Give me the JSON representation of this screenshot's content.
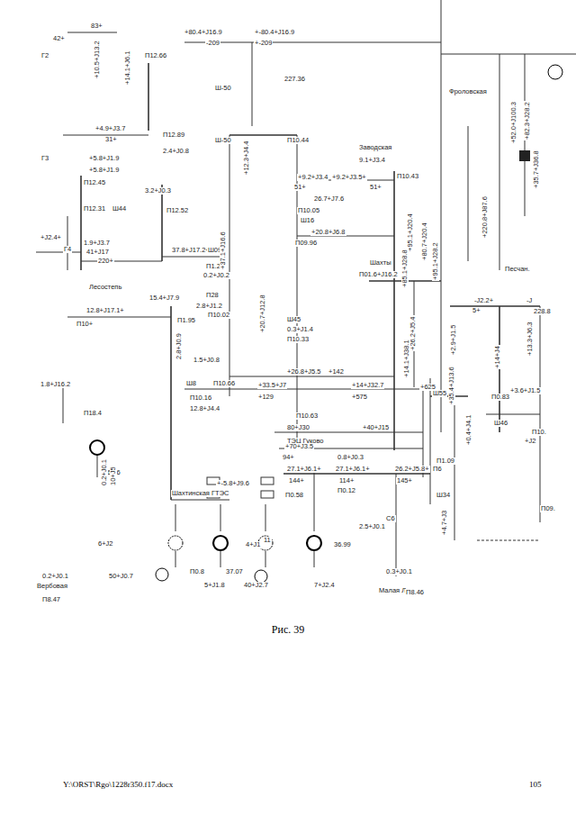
{
  "diagram": {
    "caption": "Рис. 39",
    "labels": [
      "83+",
      "42+",
      "Г2",
      "+10.5+J13.2",
      "+14.1+J6.1",
      "П12.66",
      "+80.4+J16.9",
      "-209",
      "+-80.4+J16.9",
      "+-209",
      "Ш-50",
      "227.36",
      "Ш-50",
      "П10.44",
      "Заводская",
      "9.1+J3.4",
      "П10.43",
      "+9.2+J3.4",
      "+9.2+J3.5+",
      "51+",
      "51+",
      "26.7+J7.6",
      "П10.05",
      "Ш16",
      "+20.8+J6.8",
      "П09.96",
      "Шахты",
      "П01.6+J16.2",
      "Фроловская",
      "Песчан.",
      "+4.9+J3.7",
      "31+",
      "П12.89",
      "2.4+J0.8",
      "Г3",
      "+5.8+J1.9",
      "+5.8+J1.9",
      "П12.45",
      "3.2+J0.3",
      "Ш44",
      "П12.52",
      "П12.31",
      "+J2.4+",
      "1.9+J3.7",
      "Г4",
      "41+J17",
      "220+",
      "37.8+J17.2+",
      "Ш09",
      "Лесостепь",
      "15.4+J7.9",
      "12.8+J17.1+",
      "П10+",
      "П1.95",
      "П1.2",
      "0.2+J0.2",
      "П28",
      "2.8+J1.2",
      "П10.02",
      "1.5+J0.8",
      "Ш8",
      "П10.66",
      "П10.16",
      "12.8+J4.4",
      "+33.5+J7",
      "+129",
      "+14+J32.7",
      "+575",
      "+625",
      "Ш45",
      "0.3+J1.4",
      "П10.33",
      "+26.8+J5.5",
      "+142",
      "1.8+J16.2",
      "П18.4",
      "П10.63",
      "80+J30",
      "+40+J15",
      "ТЭЦ Гуково",
      "Шахтинская ГТЭС",
      "+-5.8+J9.6",
      "+70+J3.5",
      "94+",
      "0.8+J0.3",
      "27.1+J6.1+",
      "27.1+J6.1+",
      "26.2+J5.8+",
      "П6",
      "144+",
      "114+",
      "145+",
      "П0.58",
      "П0.12",
      "6.66",
      "10+J5",
      "0.2+J0.1",
      "6+J2",
      "0.2+J0.1",
      "Вербовая",
      "П8.47",
      "50+J0.7",
      "П0.8",
      "37.07",
      "5+J1.8",
      "4+J1",
      "11",
      "36.99",
      "40+J2.7",
      "7+J2.4",
      "Малая Лучка",
      "0.3+J0.1",
      "П8.46",
      "2.5+J0.1",
      "С6",
      "Ш34",
      "-J2.2+",
      "-J",
      "5+",
      "228.8",
      "Ш55",
      "П0.83",
      "+3.6+J1.5",
      "П10.",
      "+J2",
      "Ш46",
      "П09.",
      "П1.09",
      "+82.3+J28.2",
      "+52.0+J100.3",
      "+35.7+J36.8",
      "+95.1+J20.4",
      "+80.7+J20.4",
      "+85.1+J28.8",
      "+95.1+J28.2",
      "+20.7+J12.8",
      "+26.2+J5.4",
      "+14.1+J38.1",
      "+37.1+J16.6",
      "+12.3+J4.4",
      "+2.9+J1.5",
      "+35.4+J13.6",
      "+14+J4",
      "+13.3+J6.3",
      "+0.4+J4.1",
      "+4.7+J3",
      "+220.8+J87.6",
      "2.8+J0.9",
      "Y:\\ORST\\Rgo\\1228r350.f17.docx",
      "105"
    ]
  }
}
